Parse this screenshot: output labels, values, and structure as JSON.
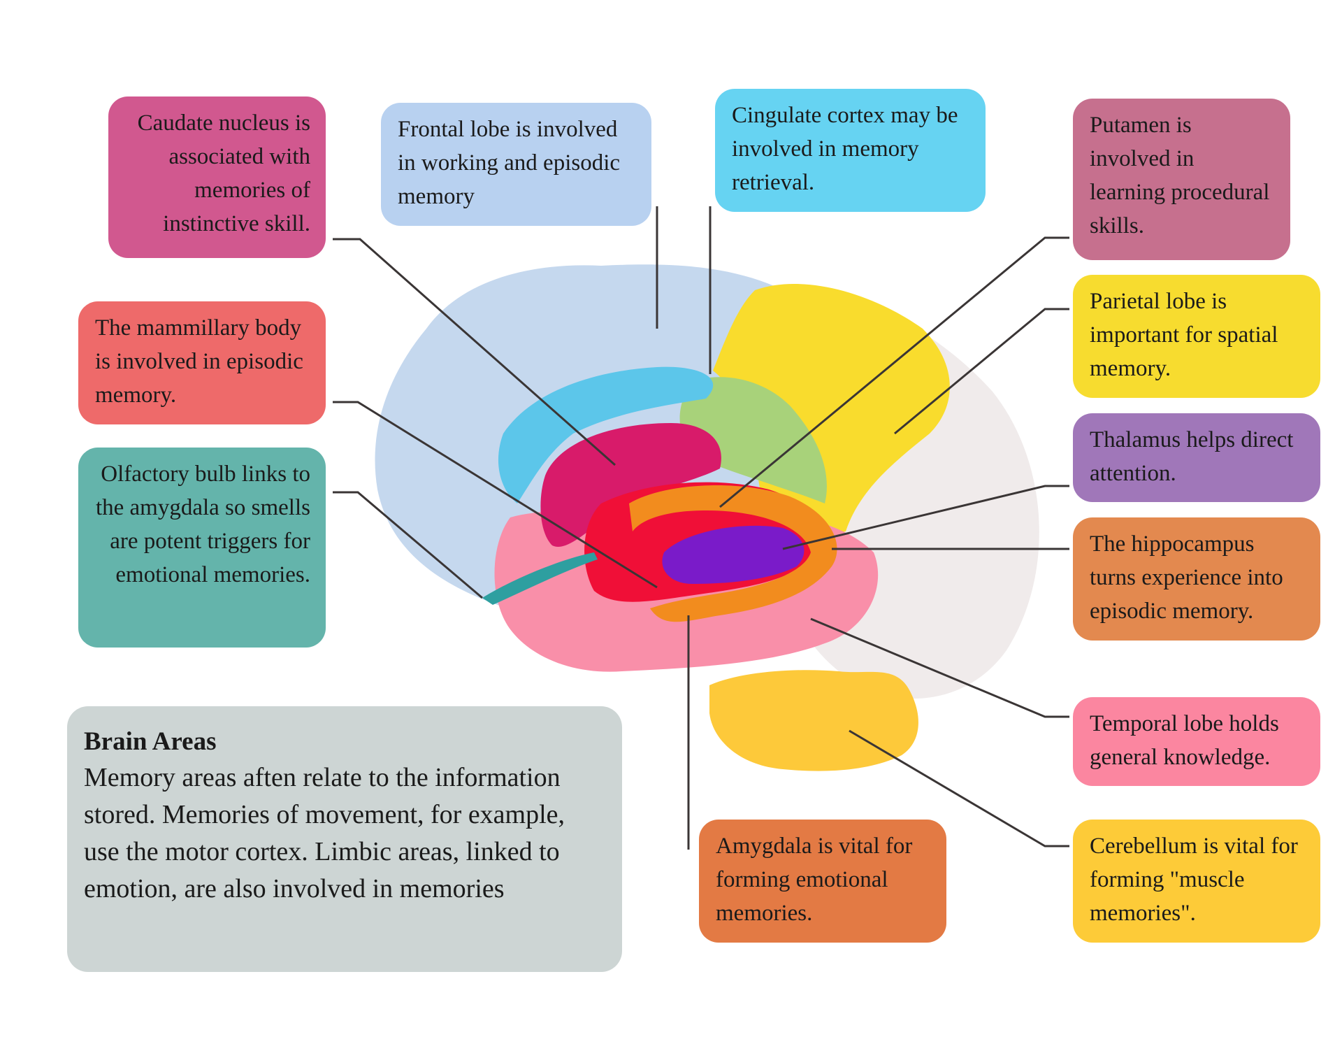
{
  "callouts": {
    "caudate": {
      "text": "Caudate nucleus is associated with memories of instinctive skill.",
      "color": "#d1588f"
    },
    "frontal": {
      "text": "Frontal lobe is involved in working and episodic memory",
      "color": "#b8d1f0"
    },
    "cingulate": {
      "text": "Cingulate cortex may be involved in memory retrieval.",
      "color": "#66d3f2"
    },
    "putamen": {
      "text": "Putamen is involved in learning procedural skills.",
      "color": "#c6708e"
    },
    "mammillary": {
      "text": "The mammillary body is involved in episodic memory.",
      "color": "#ee6a6a"
    },
    "parietal": {
      "text": "Parietal lobe is important for spatial memory.",
      "color": "#f7dc2f"
    },
    "thalamus": {
      "text": "Thalamus helps direct attention.",
      "color": "#a077b9"
    },
    "olfactory": {
      "text": "Olfactory bulb links to the amygdala so smells are potent triggers for emotional memories.",
      "color": "#64b4ab"
    },
    "hippocampus": {
      "text": "The hippocampus turns experience into episodic memory.",
      "color": "#e3894f"
    },
    "temporal": {
      "text": "Temporal lobe holds general knowledge.",
      "color": "#fb86a0"
    },
    "amygdala": {
      "text": "Amygdala is vital for forming emotional memories.",
      "color": "#e37a44"
    },
    "cerebellum": {
      "text": "Cerebellum is vital for forming \"muscle memories\".",
      "color": "#fdcb38"
    }
  },
  "info": {
    "title": "Brain Areas",
    "body": "Memory areas aften relate to the information stored. Memories of movement, for example, use the motor cortex. Limbic areas, linked to emotion, are also involved in memories",
    "color": "#cdd5d4"
  },
  "brain_colors": {
    "cerebrum": "#c5d8ee",
    "cingulate": "#5cc6ea",
    "parietal": "#f9dc2d",
    "cingulate_posterior": "#a8d27a",
    "occipital": "#f0ebeb",
    "caudate": "#d81b6a",
    "limbic": "#f00f37",
    "hippocampus": "#f28c1e",
    "thalamus": "#7a1bc9",
    "temporal": "#f98fa9",
    "cerebellum": "#fdc93a",
    "olfactory": "#2e9fa0"
  }
}
